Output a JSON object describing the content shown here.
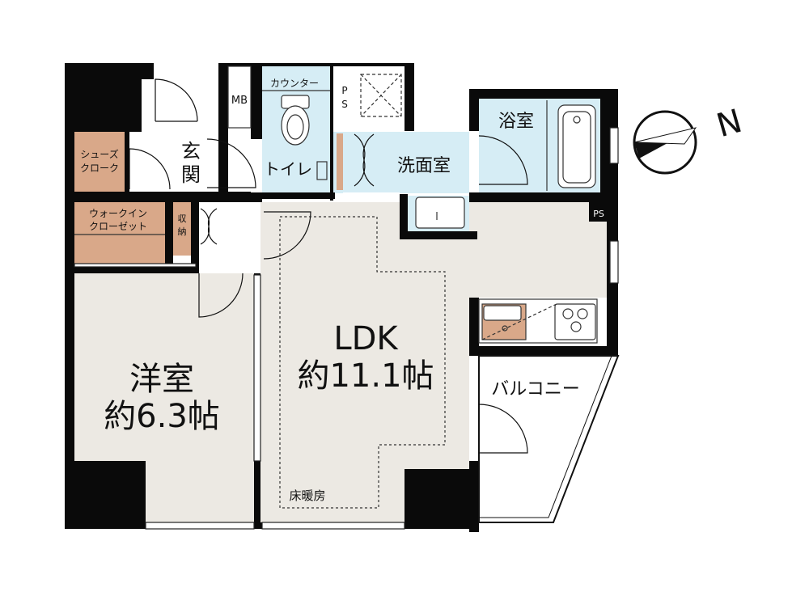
{
  "rooms": {
    "western_room": {
      "name": "洋室",
      "size": "約6.3帖"
    },
    "ldk": {
      "name": "LDK",
      "size": "約11.1帖"
    },
    "entrance": {
      "line1": "玄",
      "line2": "関"
    },
    "toilet": "トイレ",
    "counter": "カウンター",
    "washroom": "洗面室",
    "bathroom": "浴室",
    "balcony": "バルコニー",
    "shoe_cloak": {
      "line1": "シューズ",
      "line2": "クローク"
    },
    "walk_in_closet": {
      "line1": "ウォークイン",
      "line2": "クローゼット"
    },
    "storage": {
      "line1": "収",
      "line2": "納"
    },
    "floor_heating": "床暖房",
    "mb": "MB",
    "ps_top": {
      "line1": "P",
      "line2": "S"
    },
    "ps_right": "PS"
  },
  "compass": {
    "label": "N"
  },
  "colors": {
    "wall": "#0a0a0a",
    "floor": "#ece9e3",
    "wet_area": "#d6edf5",
    "closet": "#d9a889",
    "counter": "#d9a889"
  }
}
